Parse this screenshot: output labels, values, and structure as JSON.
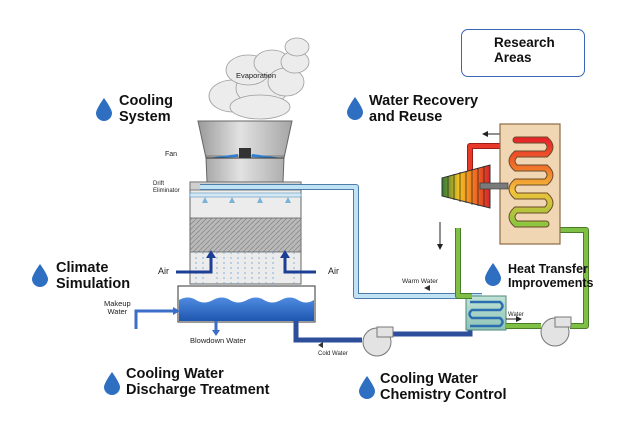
{
  "legend": {
    "title": "Research\nAreas",
    "icon": "water-drop-icon"
  },
  "research_areas": {
    "cooling_system": "Cooling\nSystem",
    "water_recovery": "Water Recovery\nand Reuse",
    "climate_simulation": "Climate\nSimulation",
    "heat_transfer": "Heat Transfer\nImprovements",
    "discharge_treatment": "Cooling Water\nDischarge Treatment",
    "chemistry_control": "Cooling Water\nChemistry Control"
  },
  "component_labels": {
    "evaporation": "Evaporation",
    "fan": "Fan",
    "drift_eliminator": "Drift\nEliminator",
    "air_left": "Air",
    "air_right": "Air",
    "makeup_water": "Makeup\nWater",
    "blowdown_water": "Blowdown Water",
    "warm_water": "Warm Water",
    "cold_water": "Cold Water",
    "water": "Water"
  },
  "colors": {
    "drop": "#2f6fc1",
    "cold_pipe": "#2c4e9b",
    "warm_pipe": "#a9d3ea",
    "steam_pipe": "#6fae3a",
    "hot_pipe": "#e03a2a",
    "basin_water": "#2e6ec4"
  }
}
